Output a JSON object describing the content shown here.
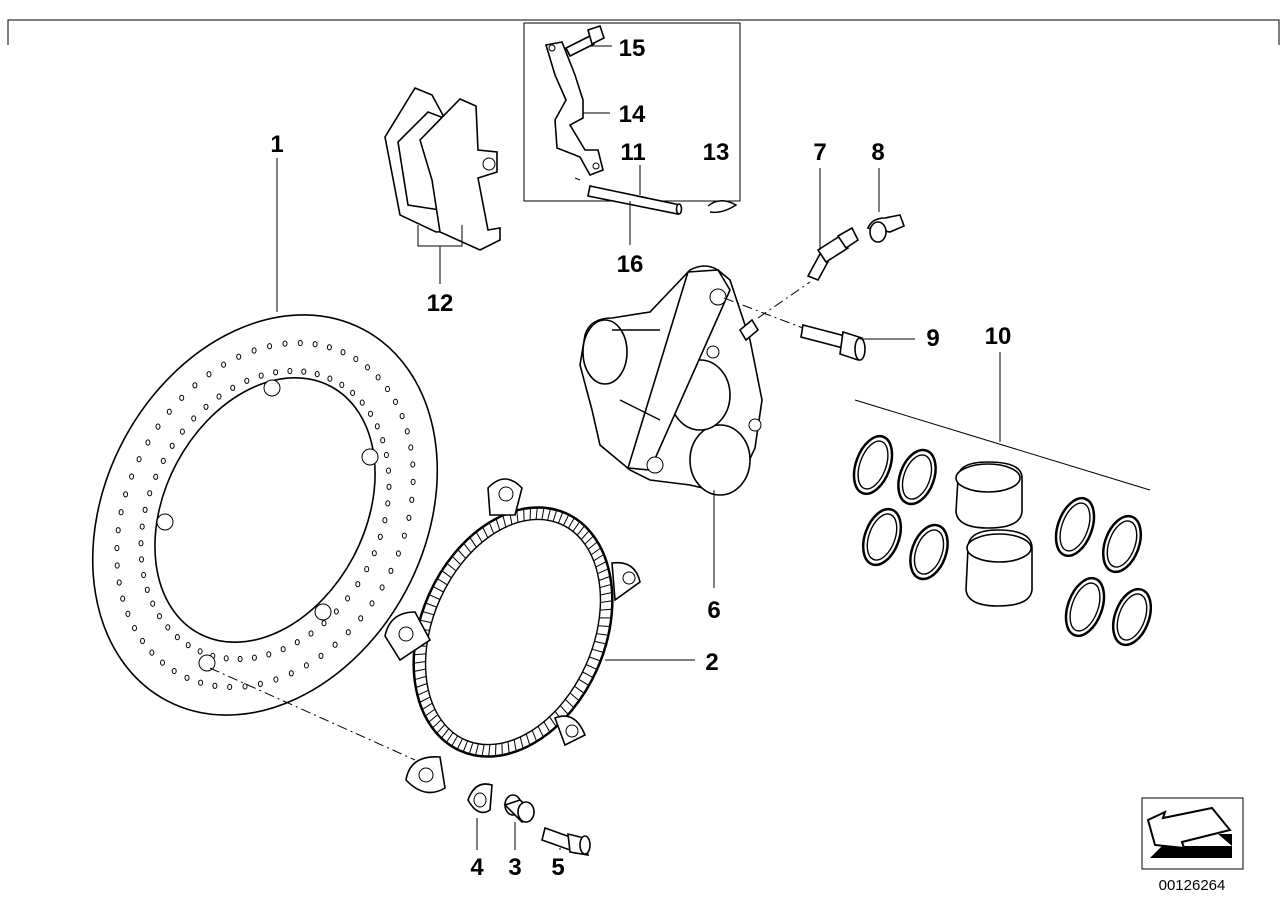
{
  "diagram": {
    "reference_number": "00126264",
    "icon": "arrow-navigation-icon",
    "callouts": [
      {
        "key": "c1",
        "label": "1"
      },
      {
        "key": "c2",
        "label": "2"
      },
      {
        "key": "c3",
        "label": "3"
      },
      {
        "key": "c4",
        "label": "4"
      },
      {
        "key": "c5",
        "label": "5"
      },
      {
        "key": "c6",
        "label": "6"
      },
      {
        "key": "c7",
        "label": "7"
      },
      {
        "key": "c8",
        "label": "8"
      },
      {
        "key": "c9",
        "label": "9"
      },
      {
        "key": "c10",
        "label": "10"
      },
      {
        "key": "c11",
        "label": "11"
      },
      {
        "key": "c12",
        "label": "12"
      },
      {
        "key": "c13",
        "label": "13"
      },
      {
        "key": "c14",
        "label": "14"
      },
      {
        "key": "c15",
        "label": "15"
      },
      {
        "key": "c16",
        "label": "16"
      }
    ]
  }
}
